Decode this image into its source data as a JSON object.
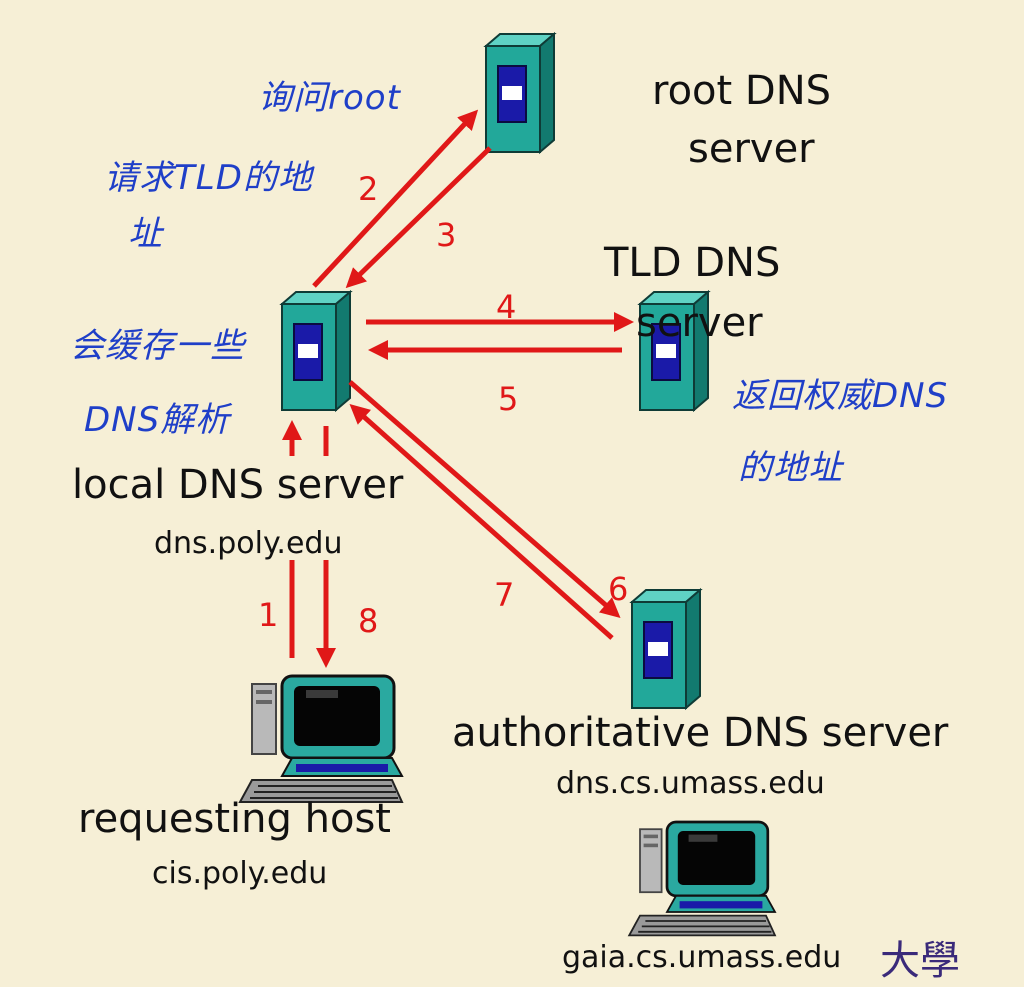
{
  "colors": {
    "background": "#f6efd6",
    "arrow": "#e01818",
    "handwriting": "#1f3fc8",
    "server": "#22a89a"
  },
  "servers": {
    "root": {
      "name_line1": "root DNS",
      "name_line2": "server",
      "icon": "server-tower-icon"
    },
    "tld": {
      "name_line1": "TLD DNS",
      "name_line2": "server",
      "icon": "server-tower-icon"
    },
    "local": {
      "name": "local DNS server",
      "host": "dns.poly.edu",
      "icon": "server-tower-icon"
    },
    "authoritative": {
      "name": "authoritative DNS server",
      "host": "dns.cs.umass.edu",
      "icon": "server-tower-icon"
    }
  },
  "hosts": {
    "requesting": {
      "name": "requesting host",
      "host": "cis.poly.edu",
      "icon": "desktop-computer-icon"
    },
    "gaia": {
      "host": "gaia.cs.umass.edu",
      "icon": "desktop-computer-icon"
    }
  },
  "steps": [
    "1",
    "2",
    "3",
    "4",
    "5",
    "6",
    "7",
    "8"
  ],
  "annotations": {
    "ask_root": "询问root",
    "request_tld_line1": "请求TLD的地",
    "request_tld_line2": "址",
    "cache_line1": "会缓存一些",
    "cache_line2": "DNS解析",
    "return_auth_line1": "返回权威DNS",
    "return_auth_line2": "的地址"
  },
  "watermark": "大學"
}
